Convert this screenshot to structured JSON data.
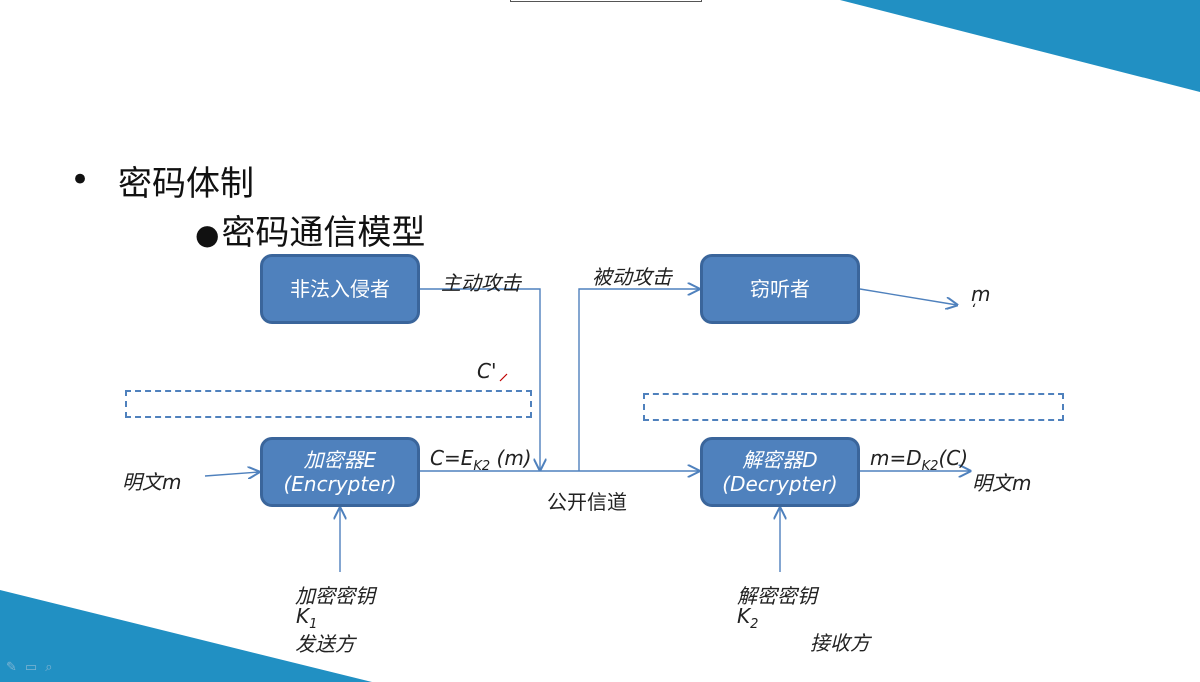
{
  "slide": {
    "bullet": "•",
    "heading": "密码体制",
    "subheading_dot": "●",
    "subheading": "密码通信模型"
  },
  "diagram": {
    "boxes": {
      "intruder": "非法入侵者",
      "eavesdropper": "窃听者",
      "encrypter_line1": "加密器E",
      "encrypter_line2": "(Encrypter)",
      "decrypter_line1": "解密器D",
      "decrypter_line2": "(Decrypter)"
    },
    "labels": {
      "active_attack": "主动攻击",
      "passive_attack": "被动攻击",
      "eaves_output": "m",
      "eaves_output_prime": "‘",
      "forged_cipher": "C'",
      "plaintext_in": "明文m",
      "cipher_expr_main": "C=E",
      "cipher_expr_sub": "K2",
      "cipher_expr_tail": "(m)",
      "channel": "公开信道",
      "decrypt_expr_main": "m=D",
      "decrypt_expr_sub": "K2",
      "decrypt_expr_tail": "(C)",
      "plaintext_out": "明文m",
      "enc_key_title": "加密密钥",
      "enc_key_symbol": "K",
      "enc_key_sub": "1",
      "sender": "发送方",
      "dec_key_title": "解密密钥",
      "dec_key_symbol": "K",
      "dec_key_sub": "2",
      "receiver": "接收方"
    }
  },
  "colors": {
    "box_fill": "#4f81bd",
    "box_border": "#3a659b",
    "line": "#4f81bd",
    "accent": "#1f8fc2"
  }
}
